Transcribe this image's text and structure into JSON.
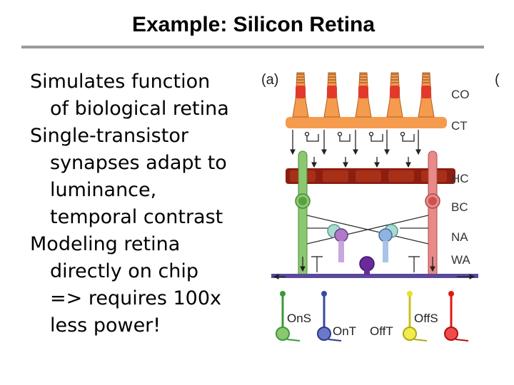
{
  "slide": {
    "title": "Example: Silicon Retina",
    "bullets": [
      {
        "lines": [
          "Simulates function",
          "of biological retina"
        ]
      },
      {
        "lines": [
          "Single-transistor",
          "synapses adapt to",
          "luminance,",
          "temporal contrast"
        ]
      },
      {
        "lines": [
          "Modeling retina",
          "directly on chip",
          "=> requires 100x",
          "less power!"
        ]
      }
    ]
  },
  "diagram": {
    "panel_label": "(a)",
    "edge_glyph": "(",
    "layer_labels": [
      "CO",
      "CT",
      "HC",
      "BC",
      "NA",
      "WA"
    ],
    "output_labels": [
      "OnS",
      "OnT",
      "OffT",
      "OffS"
    ],
    "colors": {
      "cone": "#f59b4e",
      "cone_nucleus": "#e23a2a",
      "horizontal": "#8b1e10",
      "on_bipolar": "#8cc870",
      "off_bipolar": "#e88a8a",
      "amacrine_teal": "#a8dcd0",
      "amacrine_purple": "#b07ac8",
      "amacrine_blue": "#8fb4e0",
      "wa_bar": "#5a4a9a",
      "ons": "#3a9a3a",
      "ont": "#3a4aa0",
      "offt": "#e8e020",
      "offs": "#e01818"
    }
  }
}
